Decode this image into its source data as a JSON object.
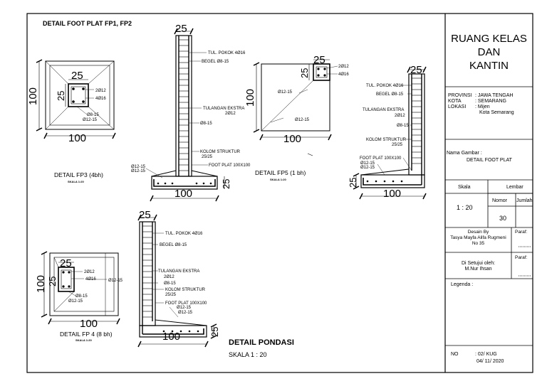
{
  "sheet_title": "DETAIL FOOT PLAT FP1, FP2",
  "project": {
    "line1": "RUANG KELAS",
    "line2": "DAN",
    "line3": "KANTIN"
  },
  "location": {
    "provinsi_label": "PROVINSI",
    "provinsi_value": ": JAWA TENGAH",
    "kota_label": "KOTA",
    "kota_value": ": SEMARANG",
    "lokasi_label": "LOKASI",
    "lokasi_value": ": Mijen",
    "lokasi_value2": "Kota Semarang"
  },
  "drawing_name": {
    "label": "Nama Gambar :",
    "value": "DETAIL FOOT PLAT"
  },
  "scale_header": {
    "skala": "Skala",
    "lembar": "Lembar",
    "nomor": "Nomor",
    "jumlah": "Jumlah",
    "scale_value": "1 : 20",
    "nomor_value": "30"
  },
  "designer": {
    "label": "Desain By",
    "name": "Tasya Mayfa Alifa Rugmeni",
    "no": "No 35",
    "paraf": "Paraf:"
  },
  "approver": {
    "label": "Di Setujui oleh:",
    "name": "M.Nur Ihsan",
    "paraf": "Paraf:"
  },
  "legend_label": "Legenda :",
  "footer": {
    "no_label": "NO",
    "no_value": ": 02/ KUG",
    "date": "04/ 11/ 2020"
  },
  "main_title": "DETAIL PONDASI",
  "main_scale": "SKALA 1 : 20",
  "fp3": {
    "title": "DETAIL FP3 (4bh)",
    "scale": "SKALA 1:20",
    "dim_w": "100",
    "dim_h": "100",
    "col_w": "25",
    "col_h": "25",
    "r1": "2Ø12",
    "r2": "4Ø16",
    "r3": "Ø8-15",
    "r4": "Ø12-15"
  },
  "fp5": {
    "title": "DETAIL FP5 (1 bh)",
    "scale": "SKALA 1:20",
    "dim_w": "100",
    "dim_h": "100",
    "col_w": "25",
    "col_h": "25",
    "r1": "2Ø12",
    "r2": "4Ø16",
    "r3": "Ø12-15",
    "r4": "Ø12-15"
  },
  "fp4": {
    "title": "DETAIL FP 4 (8 bh)",
    "scale": "SKALA 1:20",
    "dim_w": "100",
    "dim_h": "100",
    "col_w": "25",
    "col_h": "25",
    "r1": "2Ø12",
    "r2": "4Ø16",
    "r3": "Ø8-15",
    "r4": "Ø12-15",
    "r5": "Ø12-15"
  },
  "sec1": {
    "top": "25",
    "base": "100",
    "foot": "25",
    "tul": "TUL. POKOK 4Ø16",
    "begel": "BEGEL Ø8-15",
    "ekstra": "TULANGAN EKSTRA",
    "ekstra2": "2Ø12",
    "sengkang": "Ø8-15",
    "kolom": "KOLOM STRUKTUR",
    "kolom2": "25/25",
    "plat": "FOOT PLAT 100X100",
    "d1": "Ø12-15",
    "d2": "Ø12-15"
  },
  "sec2": {
    "top": "25",
    "base": "100",
    "foot": "25",
    "tul": "TUL. POKOK 4Ø16",
    "begel": "BEGEL Ø8-15",
    "ekstra": "TULANGAN EKSTRA",
    "ekstra2": "2Ø12",
    "sengkang": "Ø8-15",
    "kolom": "KOLOM STRUKTUR",
    "kolom2": "25/25",
    "plat": "FOOT PLAT 100X100",
    "d1": "Ø12-15",
    "d2": "Ø12-15"
  },
  "sec3": {
    "top": "25",
    "base": "100",
    "foot": "25",
    "tul": "TUL. POKOK 4Ø16",
    "begel": "BEGEL Ø8-15",
    "ekstra": "TULANGAN EKSTRA",
    "ekstra2": "2Ø12",
    "sengkang": "Ø8-15",
    "kolom": "KOLOM STRUKTUR",
    "kolom2": "25/25",
    "plat": "FOOT PLAT 100X100",
    "d1": "Ø12-15",
    "d2": "Ø12-15"
  }
}
